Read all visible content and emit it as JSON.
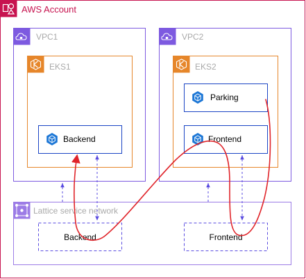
{
  "colors": {
    "account": "#c7134f",
    "vpc": "#7d5ae0",
    "eks": "#e6862a",
    "service": "#1a44c4",
    "k8s": "#1d77d6",
    "lattice": "#9c7ce6",
    "path": "#e0242a",
    "muted_text": "#a9a9a9",
    "text": "#000000"
  },
  "account": {
    "label": "AWS Account",
    "icon": "aws-account-icon"
  },
  "vpcs": [
    {
      "label": "VPC1",
      "icon": "vpc-cloud-icon"
    },
    {
      "label": "VPC2",
      "icon": "vpc-cloud-icon"
    }
  ],
  "clusters": [
    {
      "label": "EKS1",
      "icon": "eks-icon"
    },
    {
      "label": "EKS2",
      "icon": "eks-icon"
    }
  ],
  "services": {
    "eks1_backend": {
      "label": "Backend",
      "icon": "k8s-pod-icon"
    },
    "eks2_parking": {
      "label": "Parking",
      "icon": "k8s-pod-icon"
    },
    "eks2_frontend": {
      "label": "Frontend",
      "icon": "k8s-pod-icon"
    }
  },
  "lattice": {
    "label": "Lattice service network",
    "icon": "lattice-network-icon",
    "services": [
      {
        "label": "Backend"
      },
      {
        "label": "Frontend"
      }
    ]
  }
}
